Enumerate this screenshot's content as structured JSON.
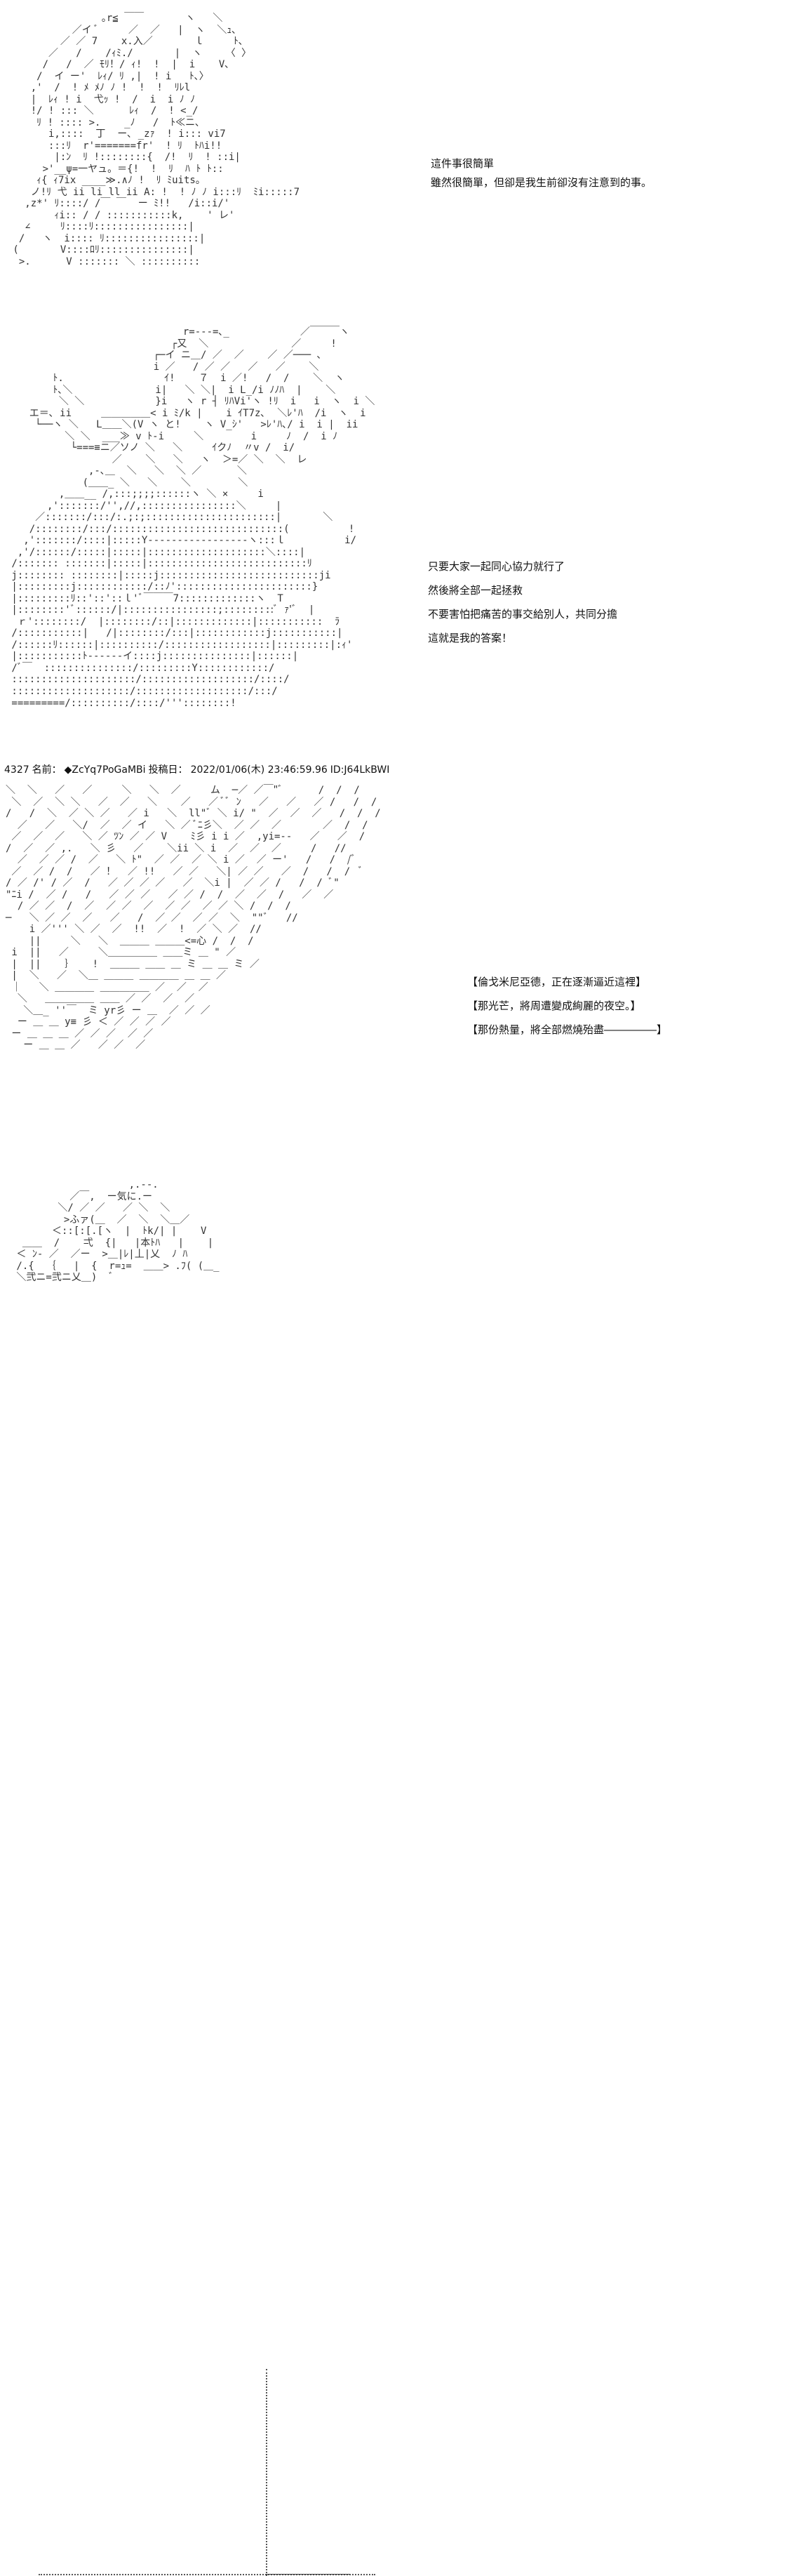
{
  "panel1": {
    "dialog": [
      "這件事很簡單",
      "雖然很簡單，但卻是我生前卻沒有注意到的事。"
    ]
  },
  "panel2": {
    "dialog": [
      "只要大家一起同心協力就行了",
      "然後將全部一起拯救",
      "不要害怕把痛苦的事交給別人，共同分擔",
      "這就是我的答案！"
    ]
  },
  "post": {
    "number": "4327",
    "name_label": "名前：",
    "trip": "◆ZcYq7PoGaMBi",
    "date_label": "投稿日：",
    "date": "2022/01/06(木) 23:46:59.96",
    "id": "ID:J64LkBWI"
  },
  "panel3": {
    "dialog": [
      "【倫戈米尼亞德，正在逐漸逼近這裡】",
      "【那光芒，將周遭變成絢麗的夜空。】",
      "【那份熱量，將全部燃燒殆盡―――――】"
    ]
  }
}
